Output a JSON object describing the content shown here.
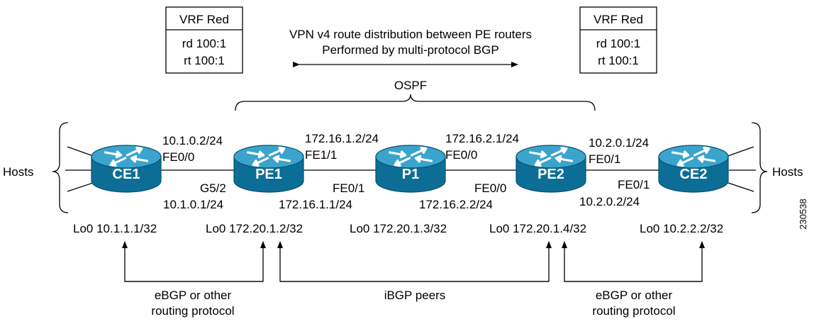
{
  "vrf_boxes": [
    {
      "title": "VRF Red",
      "rd": "rd 100:1",
      "rt": "rt 100:1"
    },
    {
      "title": "VRF Red",
      "rd": "rd 100:1",
      "rt": "rt 100:1"
    }
  ],
  "vpn_caption": {
    "line1": "VPN v4 route distribution between PE routers",
    "line2": "Performed by multi-protocol BGP"
  },
  "ospf_label": "OSPF",
  "hosts": {
    "left": "Hosts",
    "right": "Hosts"
  },
  "routers": [
    {
      "name": "CE1"
    },
    {
      "name": "PE1"
    },
    {
      "name": "P1"
    },
    {
      "name": "PE2"
    },
    {
      "name": "CE2"
    }
  ],
  "interfaces": {
    "ce1_fe00_ip": "10.1.0.2/24",
    "ce1_fe00": "FE0/0",
    "pe1_g52": "G5/2",
    "pe1_g52_ip": "10.1.0.1/24",
    "pe1_fe11_ip": "172.16.1.2/24",
    "pe1_fe11": "FE1/1",
    "p1_fe01": "FE0/1",
    "p1_fe01_ip": "172.16.1.1/24",
    "p1_fe00_ip": "172.16.2.1/24",
    "p1_fe00": "FE0/0",
    "pe2_fe00": "FE0/0",
    "pe2_fe00_ip": "172.16.2.2/24",
    "pe2_fe01_ip": "10.2.0.1/24",
    "pe2_fe01": "FE0/1",
    "ce2_fe01": "FE0/1",
    "ce2_fe01_ip": "10.2.0.2/24"
  },
  "loopbacks": [
    "Lo0 10.1.1.1/32",
    "Lo0 172.20.1.2/32",
    "Lo0 172.20.1.3/32",
    "Lo0 172.20.1.4/32",
    "Lo0 10.2.2.2/32"
  ],
  "peerings": {
    "left_line1": "eBGP or other",
    "left_line2": "routing protocol",
    "middle": "iBGP peers",
    "right_line1": "eBGP or other",
    "right_line2": "routing protocol"
  },
  "figure_id": "230538",
  "colors": {
    "router_top": "#3aa4cc",
    "router_side": "#0c6e96",
    "router_edge": "#08506e",
    "line": "#000000"
  }
}
